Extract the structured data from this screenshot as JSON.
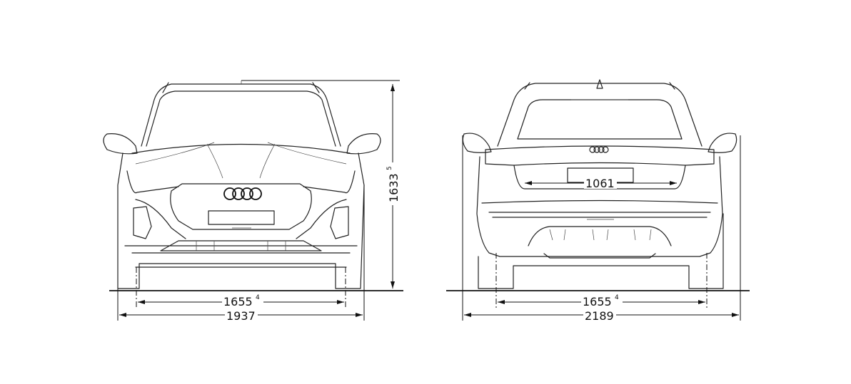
{
  "front_view": {
    "height": {
      "value": "1633",
      "superscript": "5"
    },
    "track": {
      "value": "1655",
      "superscript": "4"
    },
    "width": {
      "value": "1937"
    }
  },
  "rear_view": {
    "tailgate_opening": {
      "value": "1061"
    },
    "track": {
      "value": "1655",
      "superscript": "4"
    },
    "width_with_mirrors": {
      "value": "2189"
    }
  },
  "colors": {
    "line": "#222222",
    "background": "#ffffff"
  }
}
